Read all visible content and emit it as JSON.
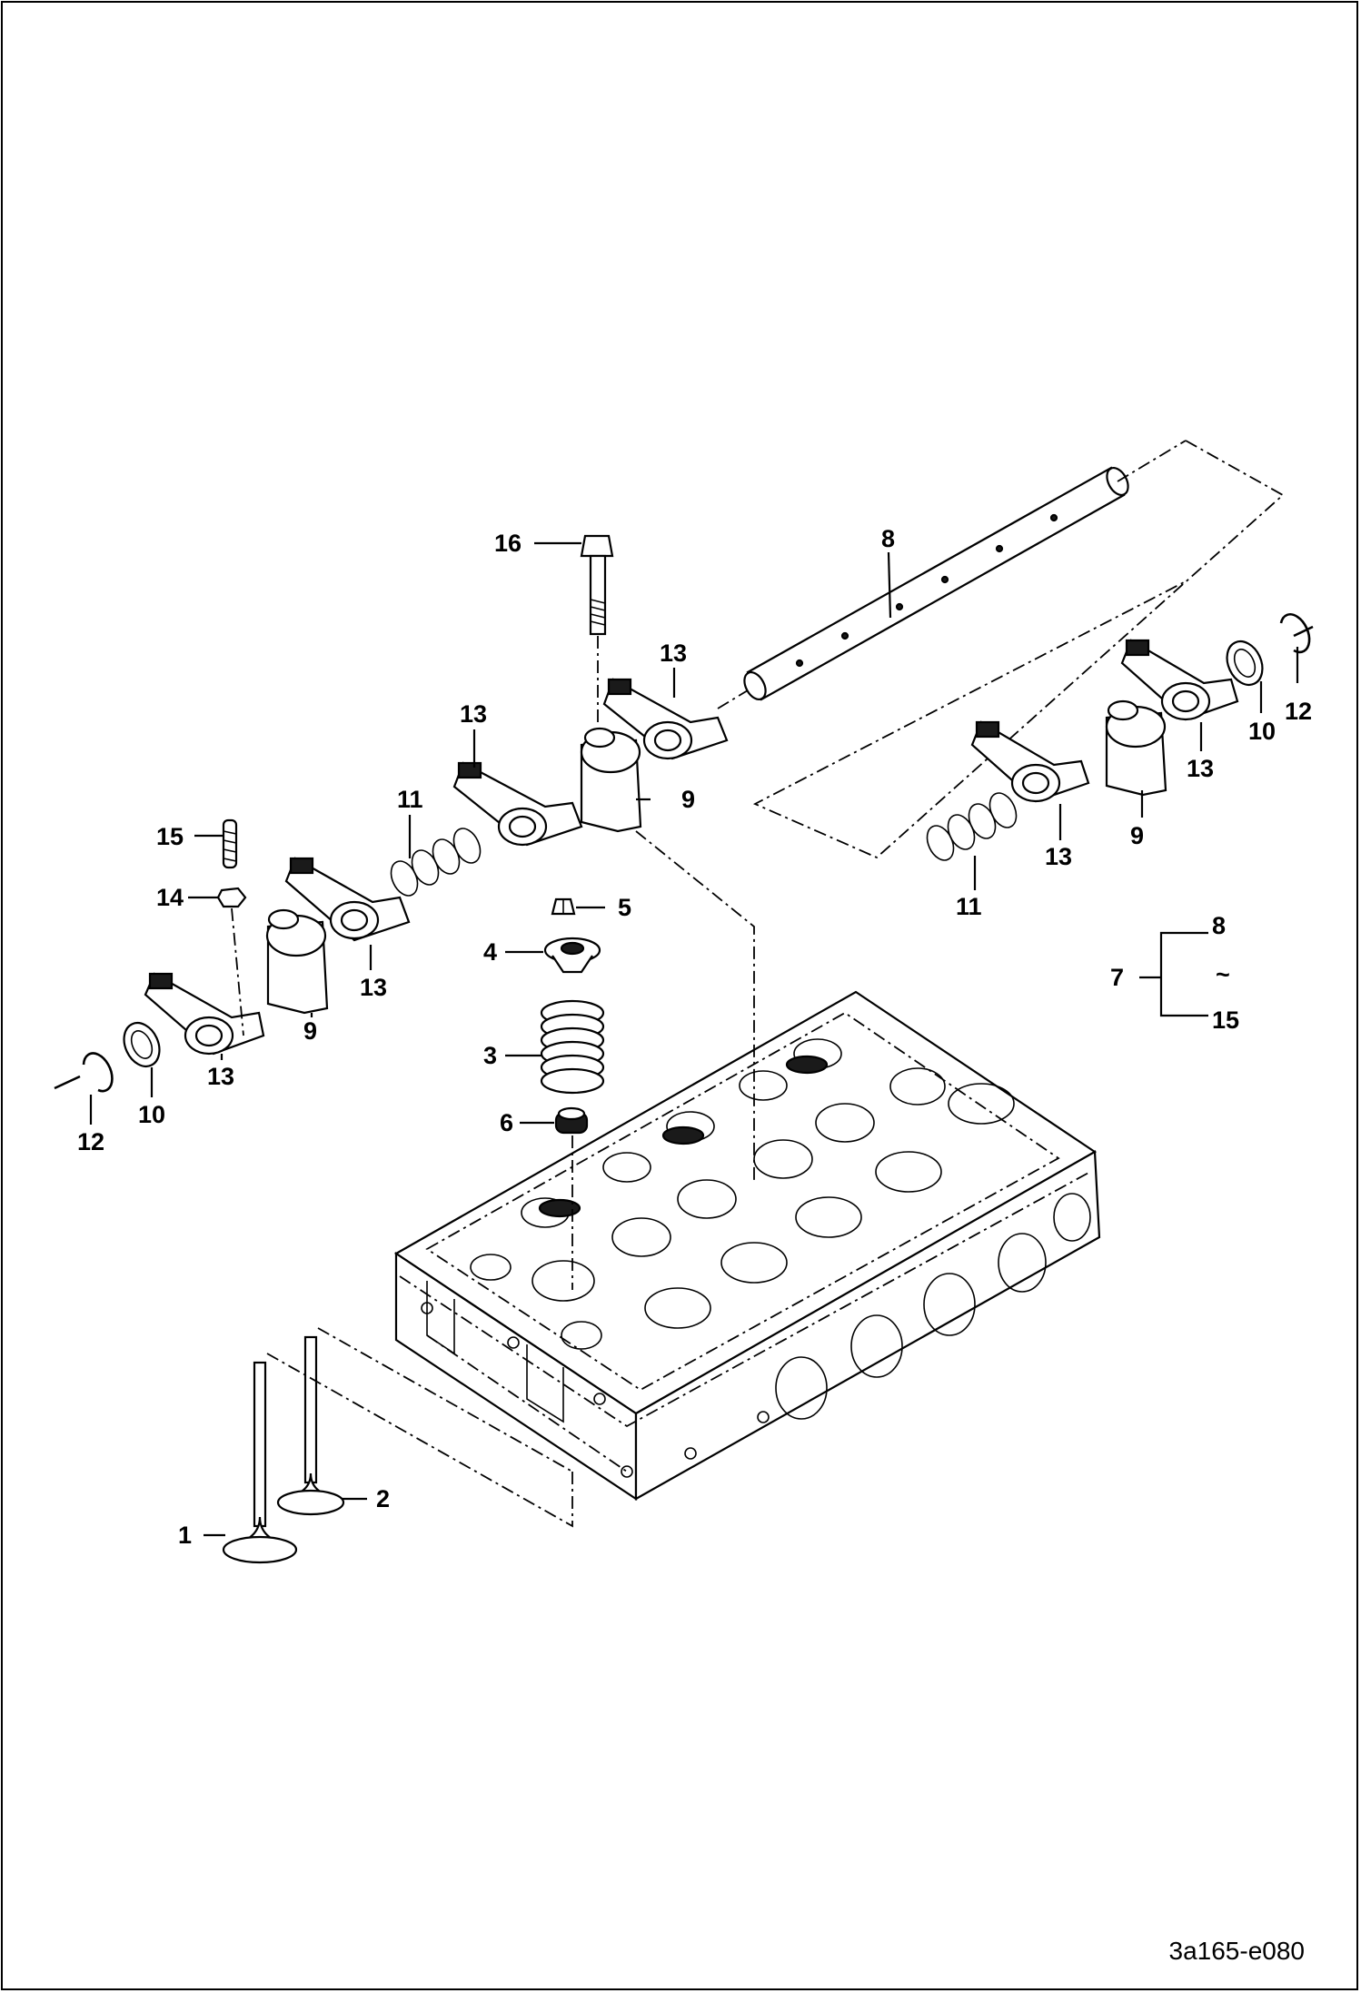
{
  "diagram": {
    "drawing_number": "3a165-e080",
    "callouts": [
      "1",
      "2",
      "3",
      "4",
      "5",
      "6",
      "7",
      "8",
      "9",
      "10",
      "11",
      "12",
      "13",
      "14",
      "15",
      "16"
    ],
    "group_bracket": {
      "label": "7",
      "from": "8",
      "range_mark": "~",
      "to": "15"
    },
    "colors": {
      "line": "#000000",
      "background": "#ffffff"
    }
  }
}
